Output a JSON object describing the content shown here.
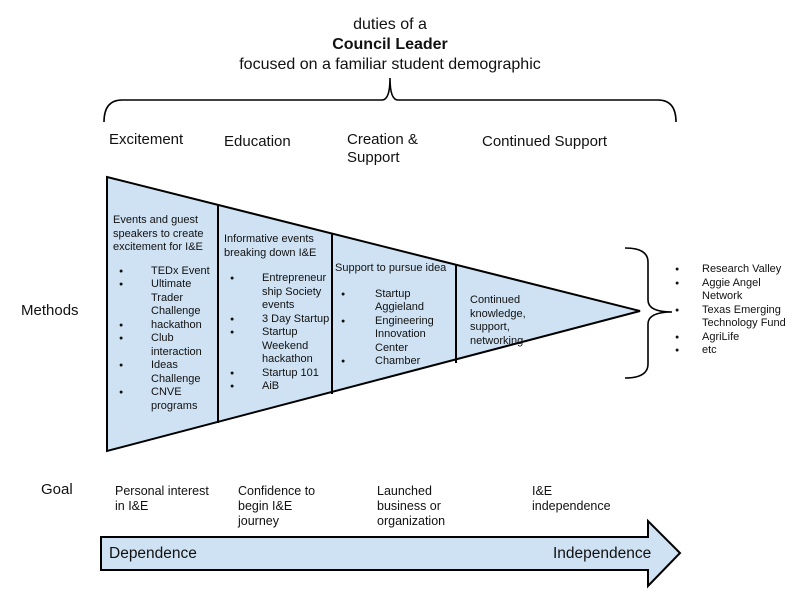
{
  "header": {
    "line1": "duties of a",
    "line2": "Council Leader",
    "line3": "focused on a familiar student demographic"
  },
  "stages": [
    {
      "label": "Excitement"
    },
    {
      "label": "Education"
    },
    {
      "label": "Creation & Support"
    },
    {
      "label": "Continued Support"
    }
  ],
  "row_labels": {
    "methods": "Methods",
    "goal": "Goal"
  },
  "funnel": {
    "fill": "#cfe2f3",
    "stroke": "#000000",
    "cells": [
      {
        "intro": "Events and guest speakers to create excitement for I&E",
        "items": [
          "TEDx Event",
          "Ultimate Trader Challenge",
          "hackathon",
          "Club interaction",
          "Ideas Challenge",
          "CNVE programs"
        ]
      },
      {
        "intro": "Informative events breaking down I&E",
        "items": [
          "Entrepreneur ship Society events",
          "3 Day Startup",
          "Startup Weekend hackathon",
          "Startup 101",
          "AiB"
        ]
      },
      {
        "intro": "Support to pursue idea",
        "items": [
          "Startup Aggieland",
          "Engineering Innovation Center",
          "Chamber"
        ]
      },
      {
        "intro": "Continued knowledge, support, networking",
        "items": []
      }
    ]
  },
  "resources": {
    "items": [
      "Research Valley",
      "Aggie Angel Network",
      "Texas Emerging Technology Fund",
      "AgriLife",
      "etc"
    ]
  },
  "goals": [
    "Personal interest in I&E",
    "Confidence to begin I&E journey",
    "Launched business or organization",
    "I&E independence"
  ],
  "progress_arrow": {
    "start_label": "Dependence",
    "end_label": "Independence",
    "fill": "#cfe2f3"
  }
}
